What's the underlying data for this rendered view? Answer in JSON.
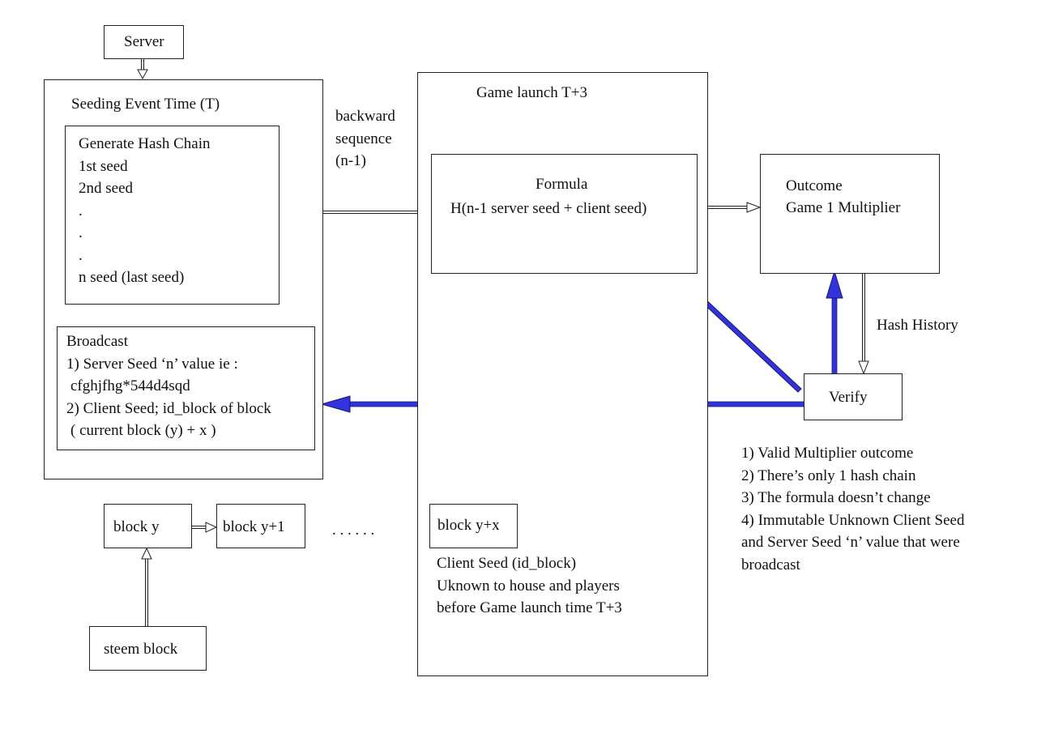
{
  "nodes": {
    "server": "Server",
    "seeding_event_title": "Seeding Event Time (T)",
    "hash_chain": {
      "title": "Generate Hash Chain",
      "items": [
        "1st seed",
        "2nd seed",
        ".",
        ".",
        ".",
        "n seed (last seed)"
      ]
    },
    "broadcast": {
      "title": "Broadcast",
      "lines": [
        "1) Server Seed ‘n’ value ie :",
        "cfghjfhg*544d4sqd",
        "2) Client Seed; id_block of block",
        "( current block (y) + x )"
      ]
    },
    "block_y": "block y",
    "block_y1": "block y+1",
    "dots": ". . . . . .",
    "steem_block": "steem block",
    "game_launch_title": "Game launch T+3",
    "formula": {
      "title": "Formula",
      "expression": "H(n-1 server seed + client seed)"
    },
    "block_yx": "block y+x",
    "client_seed_note": [
      "Client Seed (id_block)",
      "Uknown to house and players",
      "before Game launch time T+3"
    ],
    "outcome": {
      "title": "Outcome",
      "subtitle": "Game 1 Multiplier"
    },
    "verify": "Verify"
  },
  "edge_labels": {
    "backward_sequence": [
      "backward",
      "sequence",
      "(n-1)"
    ],
    "hash_history": "Hash History"
  },
  "verify_checks": [
    "1) Valid Multiplier outcome",
    "2) There’s only 1 hash chain",
    "3) The formula doesn’t change",
    "4) Immutable Unknown Client Seed",
    "and Server Seed ‘n’ value that were",
    "broadcast"
  ],
  "colors": {
    "verify_arrow": "#3333dd",
    "line": "#222222"
  }
}
